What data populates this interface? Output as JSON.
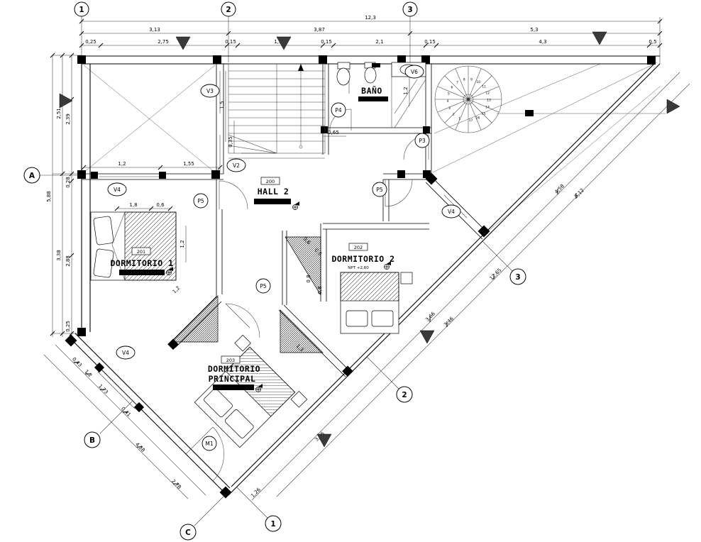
{
  "drawing": {
    "grid": {
      "c1": "1",
      "c2": "2",
      "c3": "3",
      "rA": "A",
      "rB": "B",
      "rC": "C",
      "d1": "1",
      "d2": "2",
      "d3": "3"
    },
    "dims": {
      "total_top": "12,3",
      "row2": [
        "3,13",
        "3,87",
        "5,3"
      ],
      "row3": [
        "0,25",
        "2,75",
        "0,15",
        "1,95",
        "0,15",
        "2,1",
        "0,15",
        "4,3",
        "0,5"
      ],
      "left_outer": "5,88",
      "left_chain": [
        "2,51",
        "2,39",
        "0,28",
        "3,38",
        "2,88",
        "0,25"
      ],
      "top_small": [
        "1,2",
        "1,55"
      ],
      "dorm1": [
        "1,8",
        "0,6",
        "1,2",
        "1,2"
      ],
      "stairs": [
        "1,5",
        "0,35"
      ],
      "bano": [
        "1,2",
        "1,2",
        "0,65"
      ],
      "dorm2": [
        "0,6",
        "0,6",
        "0,8",
        "0,8",
        "1,2",
        "1,3"
      ],
      "diag_right": [
        "4,58",
        "5,12",
        "3,66",
        "3,46",
        "12,65"
      ],
      "diag_left": [
        "0,43",
        "1,2",
        "1,73",
        "0,41",
        "4,58",
        "2,78"
      ],
      "diag_bottom": [
        "1,26",
        "3,46"
      ]
    },
    "tags": {
      "v2": "V2",
      "v3": "V3",
      "v4": "V4",
      "v6": "V6",
      "p3": "P3",
      "p4": "P4",
      "p5": "P5",
      "m1": "M1"
    },
    "rooms": {
      "hall": {
        "num": "200",
        "name": "HALL 2"
      },
      "dorm1": {
        "num": "201",
        "name": "DORMITORIO 1"
      },
      "dorm2": {
        "num": "202",
        "name": "DORMITORIO 2",
        "npt": "NPT +2,60"
      },
      "principal": {
        "num": "203",
        "name1": "DORMITORIO",
        "name2": "PRINCIPAL"
      },
      "bano": {
        "name": "BAÑO"
      }
    },
    "spiral": {
      "steps": [
        "1",
        "2",
        "3",
        "4",
        "5",
        "6",
        "7",
        "8",
        "9",
        "10",
        "11",
        "12",
        "13",
        "14",
        "15",
        "16",
        "17"
      ]
    }
  }
}
